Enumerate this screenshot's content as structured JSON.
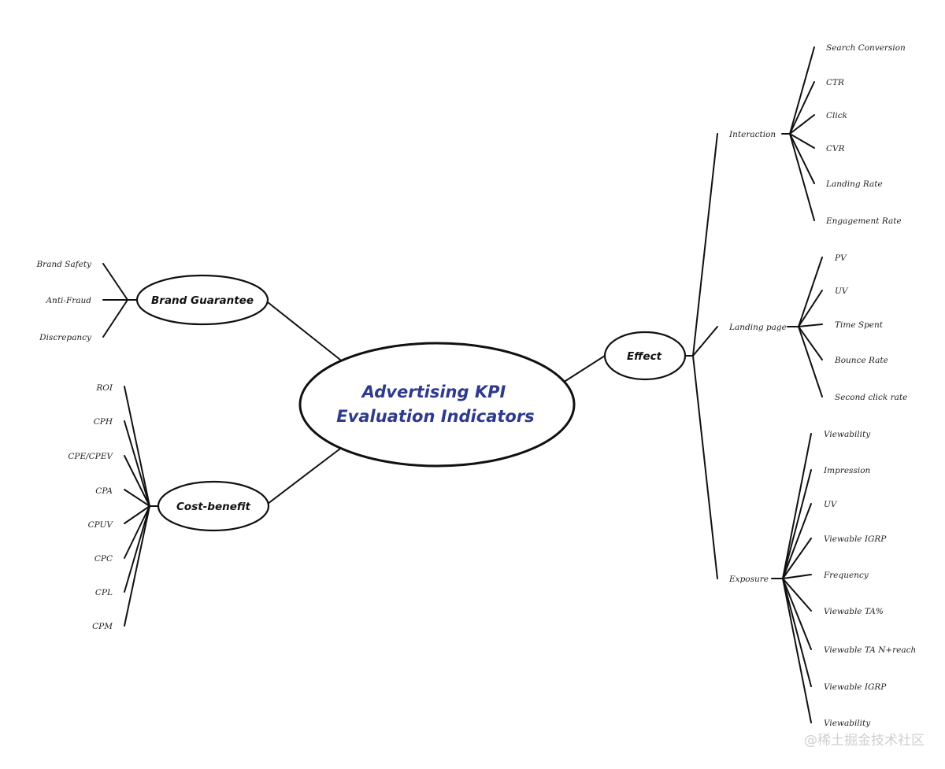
{
  "center": {
    "line1": "Advertising KPI",
    "line2": "Evaluation Indicators"
  },
  "brand_guarantee": {
    "label": "Brand Guarantee",
    "items": [
      "Brand Safety",
      "Anti-Fraud",
      "Discrepancy"
    ]
  },
  "cost_benefit": {
    "label": "Cost-benefit",
    "items": [
      "ROI",
      "CPH",
      "CPE/CPEV",
      "CPA",
      "CPUV",
      "CPC",
      "CPL",
      "CPM"
    ]
  },
  "effect": {
    "label": "Effect",
    "interaction": {
      "label": "Interaction",
      "items": [
        "Search Conversion",
        "CTR",
        "Click",
        "CVR",
        "Landing Rate",
        "Engagement Rate"
      ]
    },
    "landing_page": {
      "label": "Landing page",
      "items": [
        "PV",
        "UV",
        "Time Spent",
        "Bounce Rate",
        "Second click rate"
      ]
    },
    "exposure": {
      "label": "Exposure",
      "items": [
        "Viewability",
        "Impression",
        "UV",
        "Viewable IGRP",
        "Frequency",
        "Viewable TA%",
        "Viewable TA N+reach",
        "Viewable IGRP",
        "Viewability"
      ]
    }
  },
  "watermark": "@稀土掘金技术社区"
}
